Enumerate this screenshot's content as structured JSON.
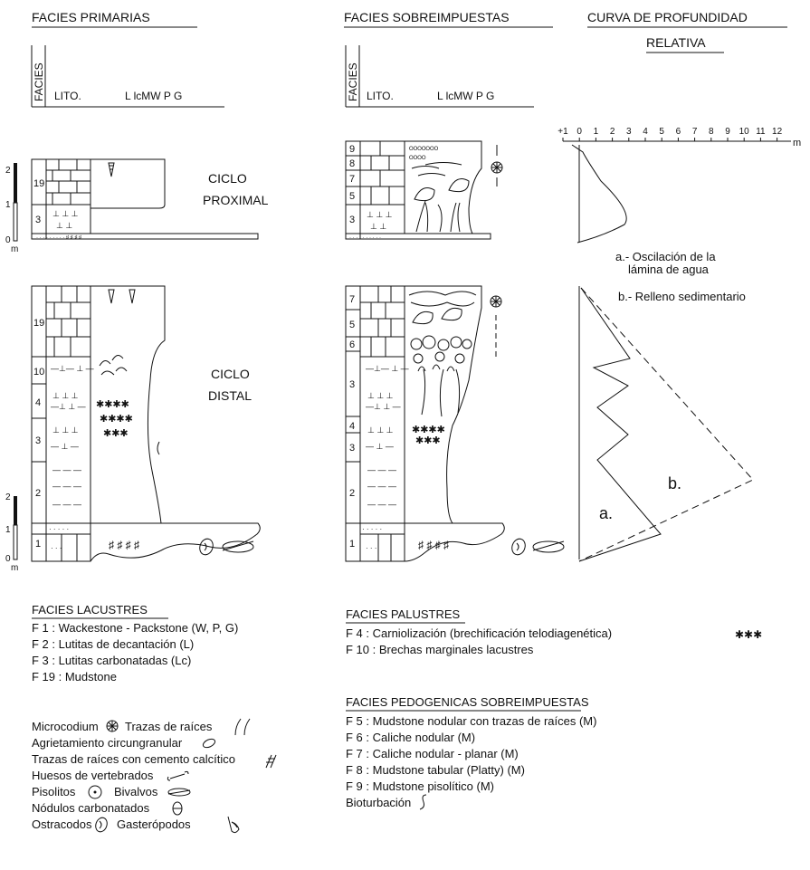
{
  "headings": {
    "primary": "FACIES PRIMARIAS",
    "overprint": "FACIES SOBREIMPUESTAS",
    "curve_1": "CURVA DE PROFUNDIDAD",
    "curve_2": "RELATIVA"
  },
  "column_header": {
    "facies": "FACIES",
    "lito": "LITO.",
    "texture": "L lcMW P G"
  },
  "cycle_labels": {
    "proximal_1": "CICLO",
    "proximal_2": "PROXIMAL",
    "distal_1": "CICLO",
    "distal_2": "DISTAL"
  },
  "scale": {
    "t2": "2",
    "t1": "1",
    "t0": "0",
    "unit": "m"
  },
  "primary_proximal": [
    "19",
    "3"
  ],
  "overprint_proximal": [
    "9",
    "8",
    "7",
    "5",
    "3"
  ],
  "primary_distal": [
    "19",
    "10",
    "4",
    "3",
    "2",
    "1"
  ],
  "overprint_distal": [
    "7",
    "5",
    "6",
    "3",
    "4",
    "3",
    "2",
    "1"
  ],
  "depth_axis": {
    "ticks": [
      "+1",
      "0",
      "1",
      "2",
      "3",
      "4",
      "5",
      "6",
      "7",
      "8",
      "9",
      "10",
      "11",
      "12"
    ],
    "unit": "m"
  },
  "curve_legend": {
    "a": "a.- Oscilación de la",
    "a2": "lámina de agua",
    "b": "b.- Relleno sedimentario",
    "label_a": "a.",
    "label_b": "b."
  },
  "legend": {
    "lacustrine": {
      "title": "FACIES LACUSTRES",
      "items": [
        "F 1 : Wackestone - Packstone (W, P, G)",
        "F 2 : Lutitas de decantación (L)",
        "F 3 : Lutitas carbonatadas (Lc)",
        "F 19 : Mudstone"
      ]
    },
    "palustrine": {
      "title": "FACIES PALUSTRES",
      "items": [
        "F 4 : Carniolización (brechificación telodiagenética)",
        "F 10 : Brechas marginales lacustres"
      ]
    },
    "pedogenic": {
      "title": "FACIES PEDOGENICAS SOBREIMPUESTAS",
      "items": [
        "F 5 : Mudstone nodular con trazas de raíces (M)",
        "F 6 : Caliche nodular (M)",
        "F 7 : Caliche nodular - planar (M)",
        "F 8 : Mudstone tabular (Platty) (M)",
        "F 9 : Mudstone pisolítico (M)",
        "Bioturbación"
      ]
    },
    "symbols": {
      "microcodium": "Microcodium",
      "roots": "Trazas de raíces",
      "cracks": "Agrietamiento circungranular",
      "calcitic_roots": "Trazas de raíces con cemento calcítico",
      "bones": "Huesos de vertebrados",
      "pisolites": "Pisolitos",
      "bivalves": "Bivalvos",
      "nodules": "Nódulos carbonatados",
      "ostracods": "Ostracodos",
      "gastropods": "Gasterópodos"
    }
  }
}
